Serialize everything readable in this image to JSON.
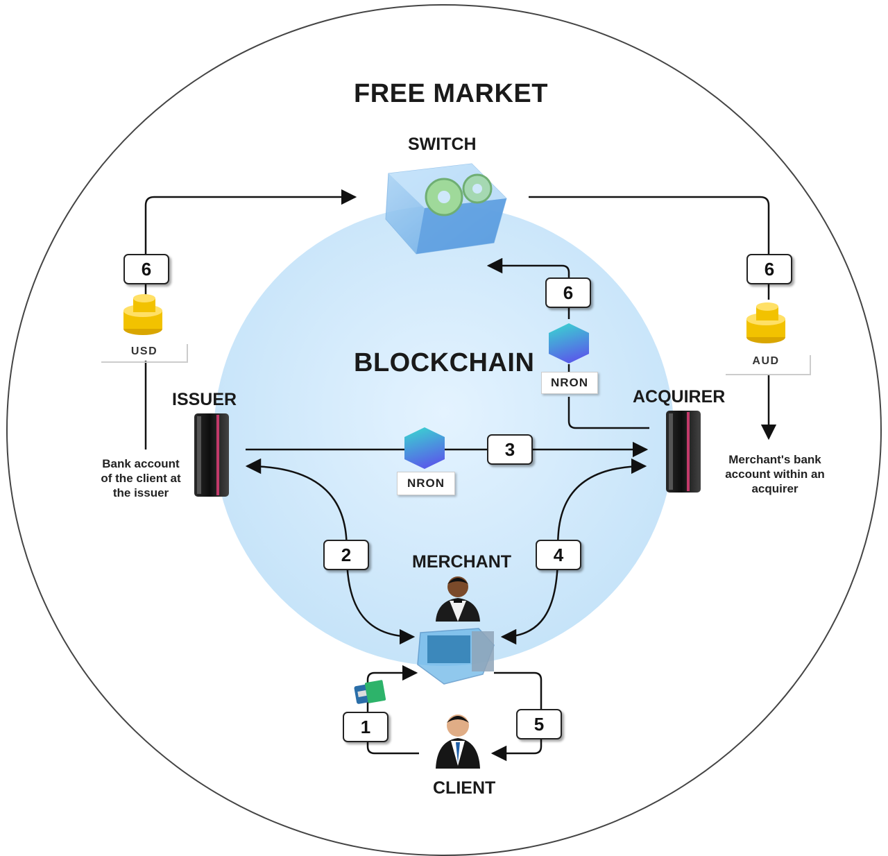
{
  "titles": {
    "free_market": "FREE MARKET",
    "blockchain": "BLOCKCHAIN"
  },
  "nodes": {
    "switch": "SWITCH",
    "issuer": "ISSUER",
    "acquirer": "ACQUIRER",
    "merchant": "MERCHANT",
    "client": "CLIENT"
  },
  "notes": {
    "issuer_account": "Bank account of the client at the issuer",
    "merchant_account": "Merchant's bank account within an acquirer"
  },
  "currencies": {
    "left": "USD",
    "right": "AUD"
  },
  "token": {
    "upper": "NRON",
    "middle": "NRON"
  },
  "steps": {
    "left_top": "6",
    "right_top": "6",
    "center_top": "6",
    "issuer_to_acquirer": "3",
    "merchant_issuer": "2",
    "merchant_acquirer": "4",
    "client_merchant": "1",
    "merchant_client": "5"
  },
  "colors": {
    "blockchain_fill": "#cfe8fb",
    "hexagon_top": "#3ed6d0",
    "hexagon_bottom": "#5a63e6",
    "coin": "#f2c200",
    "outline": "#333333"
  }
}
